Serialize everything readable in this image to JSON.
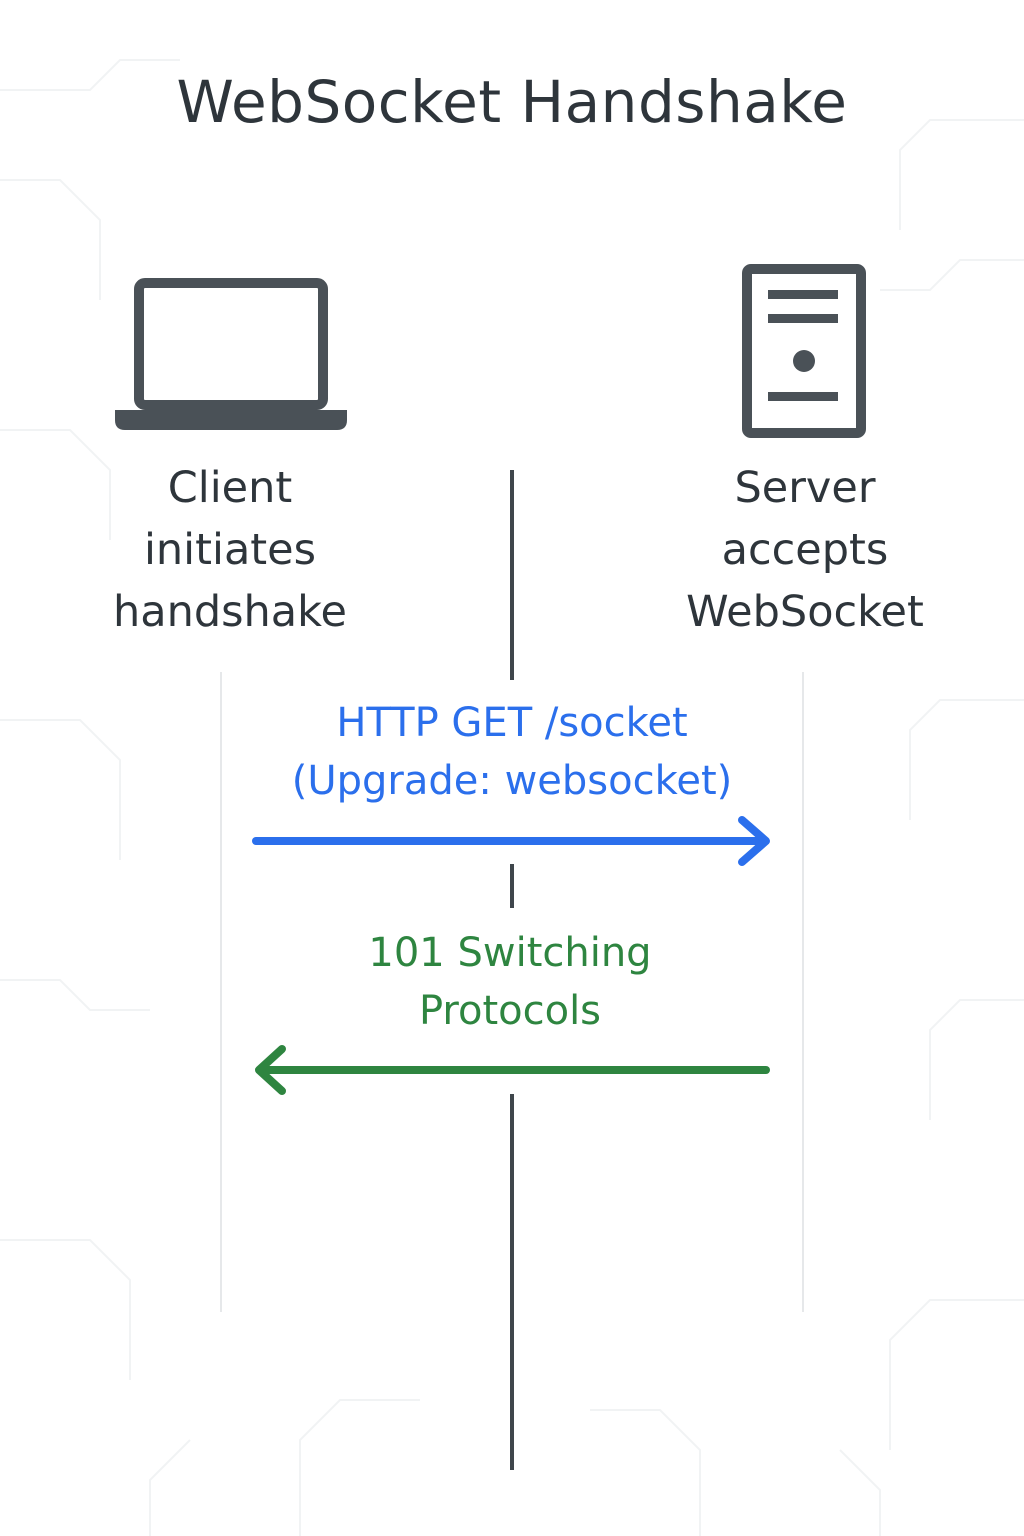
{
  "title": "WebSocket Handshake",
  "client": {
    "icon": "laptop-icon",
    "label": "Client\ninitiates\nhandshake"
  },
  "server": {
    "icon": "server-icon",
    "label": "Server\naccepts\nWebSocket"
  },
  "messages": [
    {
      "label": "HTTP GET /socket\n(Upgrade: websocket)",
      "direction": "client-to-server",
      "color": "#2b6fec"
    },
    {
      "label": "101 Switching\nProtocols",
      "direction": "server-to-client",
      "color": "#2e8540"
    }
  ],
  "colors": {
    "text": "#2e353b",
    "icon": "#4a5157",
    "line": "#3f464c"
  }
}
